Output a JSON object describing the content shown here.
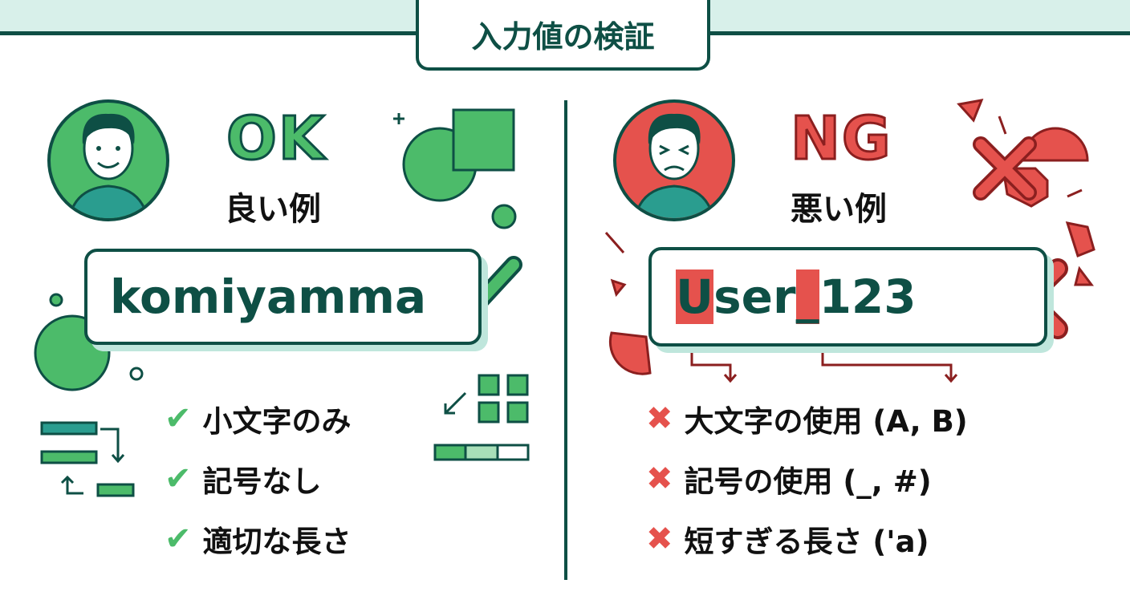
{
  "title": "入力値の検証",
  "colors": {
    "dark": "#0e4f45",
    "good": "#4cbb6a",
    "bad": "#e5524d",
    "band": "#d8f0ea"
  },
  "good": {
    "label": "OK",
    "sublabel": "良い例",
    "input_value": "komiyamma",
    "icon": "check-icon",
    "rules": [
      "小文字のみ",
      "記号なし",
      "適切な長さ"
    ]
  },
  "bad": {
    "label": "NG",
    "sublabel": "悪い例",
    "input_parts": [
      "U",
      "ser",
      "_",
      "123"
    ],
    "icon": "cross-icon",
    "rules": [
      "大文字の使用 (A, B)",
      "記号の使用 (_, #)",
      "短すぎる長さ ('a)"
    ]
  }
}
